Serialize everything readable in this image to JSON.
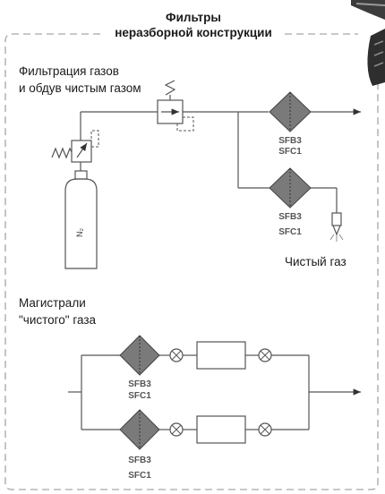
{
  "title": {
    "line1": "Фильтры",
    "line2": "неразборной конструкции"
  },
  "section1": {
    "caption_line1": "Фильтрация газов",
    "caption_line2": "и обдув чистым газом",
    "cylinder_label": "N₂",
    "filters": [
      {
        "model1": "SFB3",
        "model2": "SFC1"
      },
      {
        "model1": "SFB3",
        "model2": "SFC1"
      }
    ],
    "outlet_label": "Чистый газ"
  },
  "section2": {
    "caption_line1": "Магистрали",
    "caption_line2": "\"чистого\" газа",
    "filters": [
      {
        "model1": "SFB3",
        "model2": "SFC1"
      },
      {
        "model1": "SFB3",
        "model2": "SFC1"
      }
    ]
  },
  "colors": {
    "filter_fill": "#7a7a7a",
    "line": "#555555",
    "frame": "#b5b5b5"
  }
}
